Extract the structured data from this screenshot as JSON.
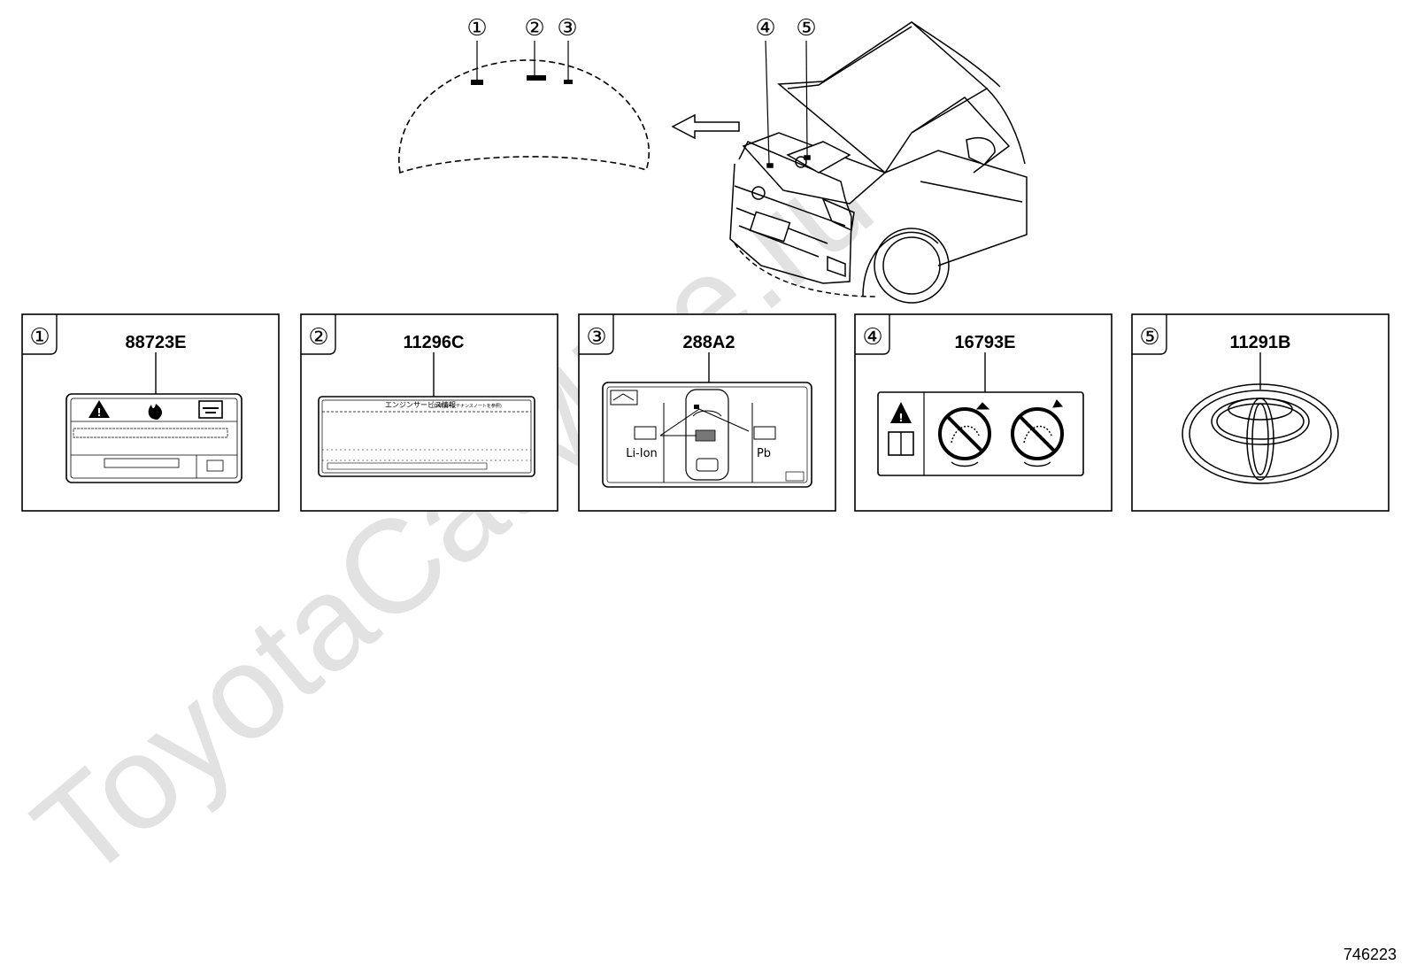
{
  "watermark": "ToyotaCatMine.ru",
  "document_number": "746223",
  "callouts": [
    "①",
    "②",
    "③",
    "④",
    "⑤"
  ],
  "labels": [
    {
      "index": "①",
      "part_number": "88723E"
    },
    {
      "index": "②",
      "part_number": "11296C"
    },
    {
      "index": "③",
      "part_number": "288A2"
    },
    {
      "index": "④",
      "part_number": "16793E"
    },
    {
      "index": "⑤",
      "part_number": "11291B"
    }
  ],
  "label2_text": {
    "main": "エンジンサービス情報",
    "sub": "(詳細はメンテナンスノートを参照)"
  },
  "label3_text": {
    "li": "Li-Ion",
    "pb": "Pb"
  },
  "colors": {
    "line": "#000000",
    "hatch": "#555555",
    "watermark": "#d9d9d9"
  }
}
